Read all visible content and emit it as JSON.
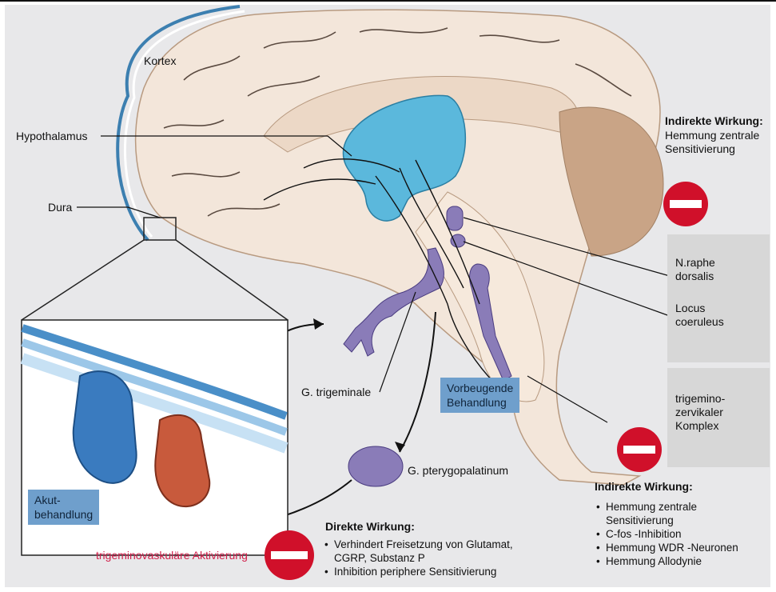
{
  "labels": {
    "kortex": "Kortex",
    "hypothalamus": "Hypothalamus",
    "dura": "Dura",
    "n_raphe": "N.raphe\ndorsalis",
    "locus": "Locus\ncoeruleus",
    "trigemino_komplex": "trigemino-\nzervikaler\nKomplex",
    "g_trigeminale": "G. trigeminale",
    "g_pterygopalatinum": "G. pterygopalatinum",
    "vorbeugende": "Vorbeugende\nBehandlung",
    "akut": "Akut-\nbehandlung",
    "trigeminovaskulaer": "trigeminovaskuläre Aktivierung"
  },
  "indirect_top": {
    "title": "Indirekte Wirkung:",
    "text": "Hemmung zentrale\nSensitivierung"
  },
  "indirect_bottom": {
    "title": "Indirekte Wirkung:",
    "items": [
      "Hemmung zentrale\nSensitivierung",
      "C-fos -Inhibition",
      "Hemmung WDR -Neuronen",
      "Hemmung Allodynie"
    ]
  },
  "direct": {
    "title": "Direkte Wirkung:",
    "items": [
      "Verhindert Freisetzung von Glutamat,\nCGRP, Substanz P",
      "Inhibition periphere Sensitivierung"
    ]
  },
  "colors": {
    "hypothalamus": "#5bb8dc",
    "nuclei": "#8a7cb8",
    "vessel_blue": "#3a7bbf",
    "vessel_red": "#c85a3c",
    "stop_sign": "#d0102a",
    "label_box": "#6f9fcc",
    "text_red": "#d21f4b"
  }
}
